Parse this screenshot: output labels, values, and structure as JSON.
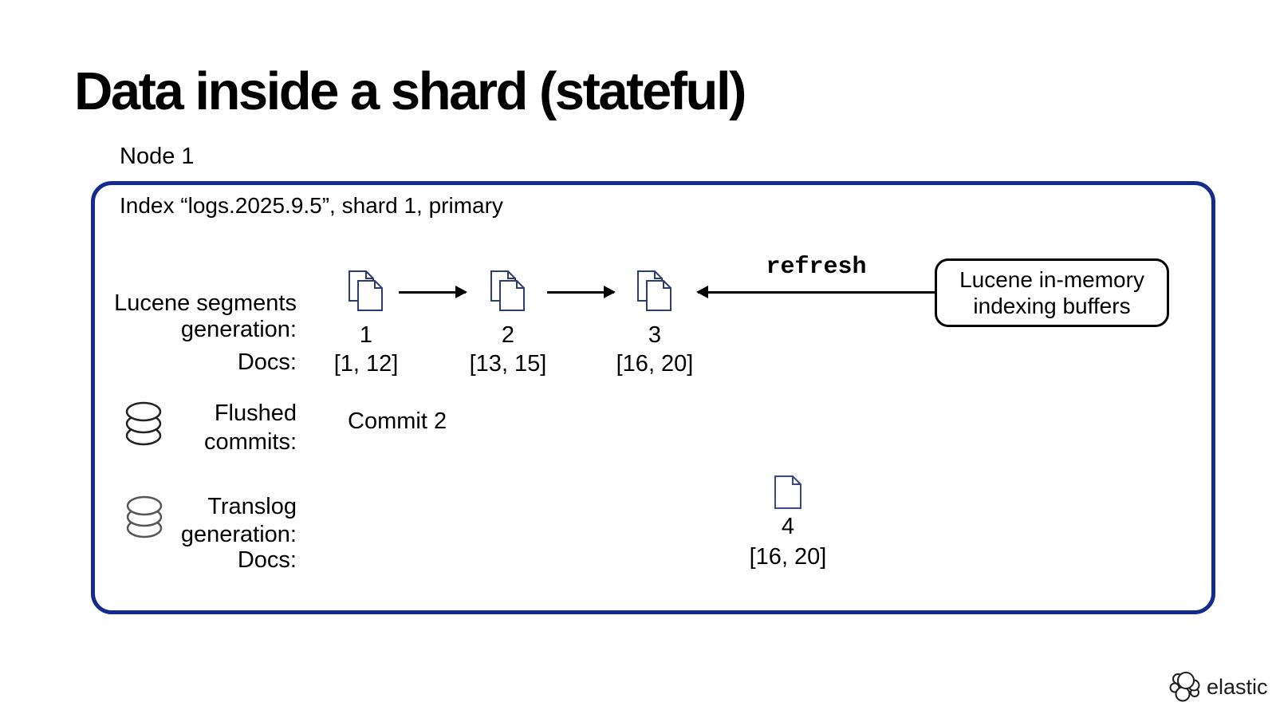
{
  "slide": {
    "title": "Data inside a shard (stateful)",
    "node_label": "Node 1",
    "index_label": "Index “logs.2025.9.5”, shard 1, primary"
  },
  "segments": {
    "label_line1": "Lucene segments",
    "label_line2": "generation:",
    "docs_label": "Docs:",
    "items": [
      {
        "generation": "1",
        "docs": "[1, 12]"
      },
      {
        "generation": "2",
        "docs": "[13, 15]"
      },
      {
        "generation": "3",
        "docs": "[16, 20]"
      }
    ]
  },
  "refresh": {
    "label": "refresh",
    "buffer_line1": "Lucene in-memory",
    "buffer_line2": "indexing buffers"
  },
  "flushed_commits": {
    "label_line1": "Flushed",
    "label_line2": "commits:",
    "value": "Commit 2"
  },
  "translog": {
    "label_line1": "Translog",
    "label_line2": "generation:",
    "docs_label": "Docs:",
    "generation": "4",
    "docs": "[16, 20]"
  },
  "footer": {
    "brand": "elastic"
  },
  "colors": {
    "shard_border": "#142a8c",
    "doc_icon": "#2e3c72",
    "arrow": "#000000"
  }
}
